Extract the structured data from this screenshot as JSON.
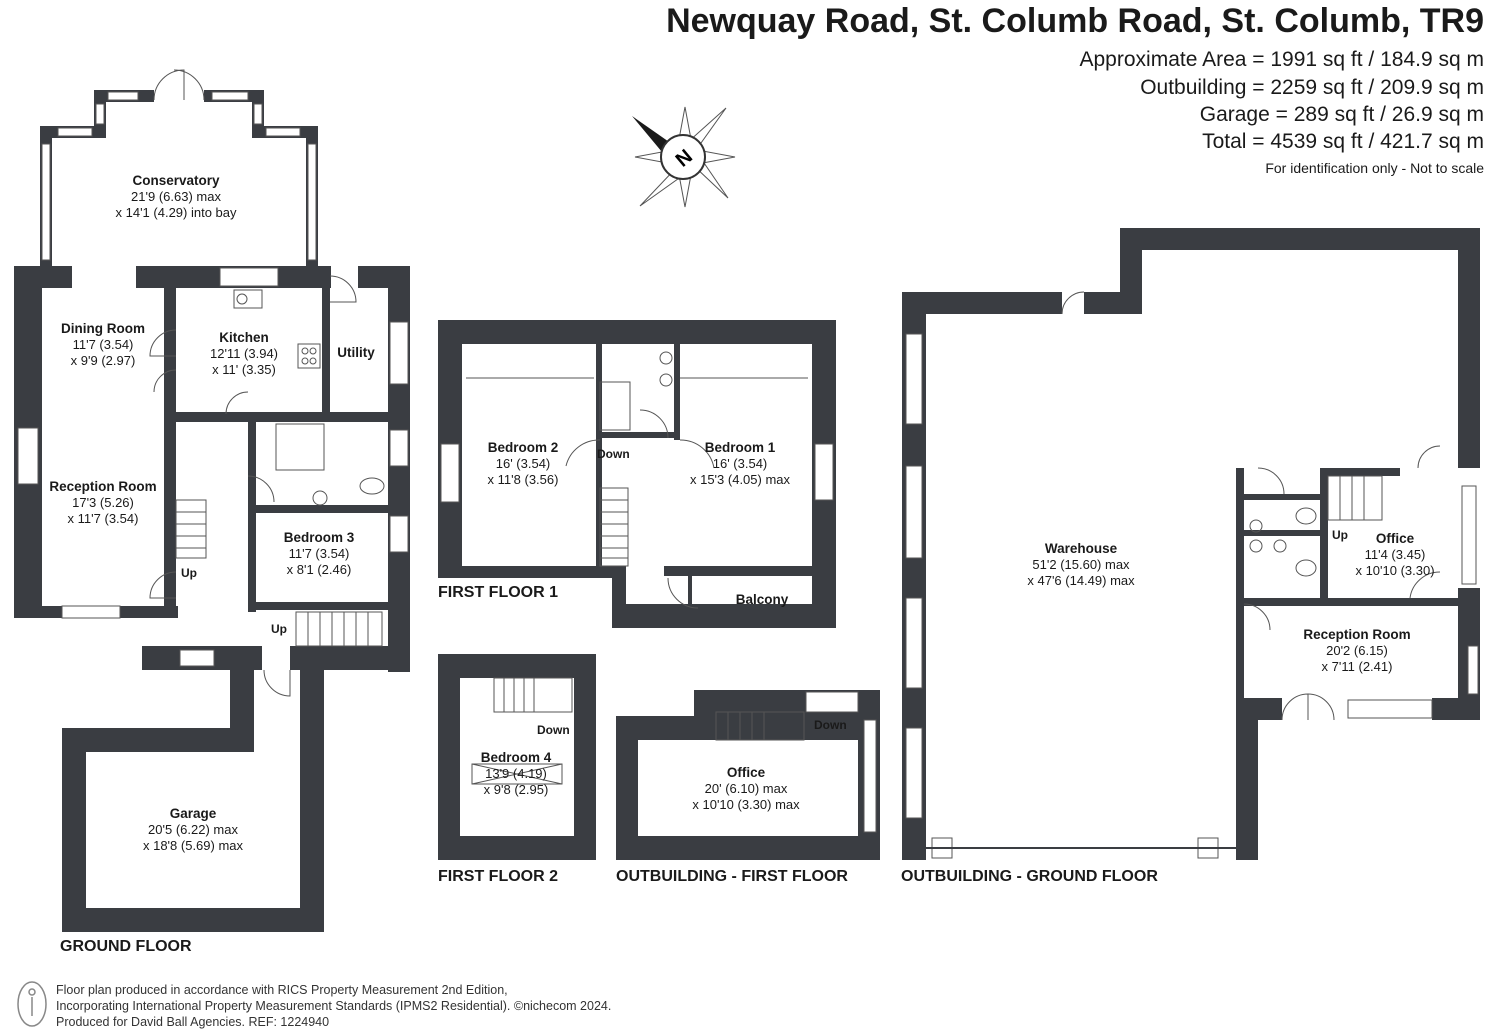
{
  "title": "Newquay Road, St. Columb Road, St. Columb, TR9",
  "areas": [
    "Approximate Area = 1991 sq ft / 184.9 sq m",
    "Outbuilding = 2259 sq ft / 209.9 sq m",
    "Garage = 289 sq ft / 26.9 sq m",
    "Total = 4539 sq ft / 421.7 sq m"
  ],
  "note": "For identification only - Not to scale",
  "compass_label": "N",
  "rooms": {
    "conservatory": {
      "name": "Conservatory",
      "d1": "21'9 (6.63) max",
      "d2": "x 14'1 (4.29) into bay"
    },
    "dining": {
      "name": "Dining Room",
      "d1": "11'7 (3.54)",
      "d2": "x 9'9 (2.97)"
    },
    "kitchen": {
      "name": "Kitchen",
      "d1": "12'11 (3.94)",
      "d2": "x 11' (3.35)"
    },
    "utility": {
      "name": "Utility"
    },
    "reception": {
      "name": "Reception Room",
      "d1": "17'3 (5.26)",
      "d2": "x 11'7 (3.54)"
    },
    "bedroom3": {
      "name": "Bedroom 3",
      "d1": "11'7 (3.54)",
      "d2": "x 8'1 (2.46)"
    },
    "garage": {
      "name": "Garage",
      "d1": "20'5 (6.22) max",
      "d2": "x 18'8 (5.69) max"
    },
    "bedroom2": {
      "name": "Bedroom 2",
      "d1": "16' (3.54)",
      "d2": "x 11'8 (3.56)"
    },
    "bedroom1": {
      "name": "Bedroom 1",
      "d1": "16' (3.54)",
      "d2": "x 15'3 (4.05) max"
    },
    "balcony": {
      "name": "Balcony"
    },
    "bedroom4": {
      "name": "Bedroom 4",
      "d1": "13'9 (4.19)",
      "d2": "x 9'8 (2.95)"
    },
    "office_ff": {
      "name": "Office",
      "d1": "20' (6.10) max",
      "d2": "x 10'10 (3.30) max"
    },
    "warehouse": {
      "name": "Warehouse",
      "d1": "51'2 (15.60) max",
      "d2": "x 47'6 (14.49) max"
    },
    "office_gf": {
      "name": "Office",
      "d1": "11'4 (3.45)",
      "d2": "x 10'10 (3.30)"
    },
    "reception_out": {
      "name": "Reception Room",
      "d1": "20'2 (6.15)",
      "d2": "x 7'11 (2.41)"
    }
  },
  "stairs": {
    "up": "Up",
    "down": "Down"
  },
  "floors": {
    "ground": "GROUND FLOOR",
    "first1": "FIRST FLOOR 1",
    "first2": "FIRST FLOOR 2",
    "out_first": "OUTBUILDING - FIRST FLOOR",
    "out_ground": "OUTBUILDING - GROUND FLOOR"
  },
  "footer": [
    "Floor plan produced in accordance with RICS Property Measurement 2nd Edition,",
    "Incorporating International Property Measurement Standards (IPMS2 Residential).  ©nichecom 2024.",
    "Produced for David Ball Agencies.   REF:  1224940"
  ],
  "colors": {
    "wall": "#3a3d42",
    "window": "#ffffff",
    "line": "#555555"
  }
}
